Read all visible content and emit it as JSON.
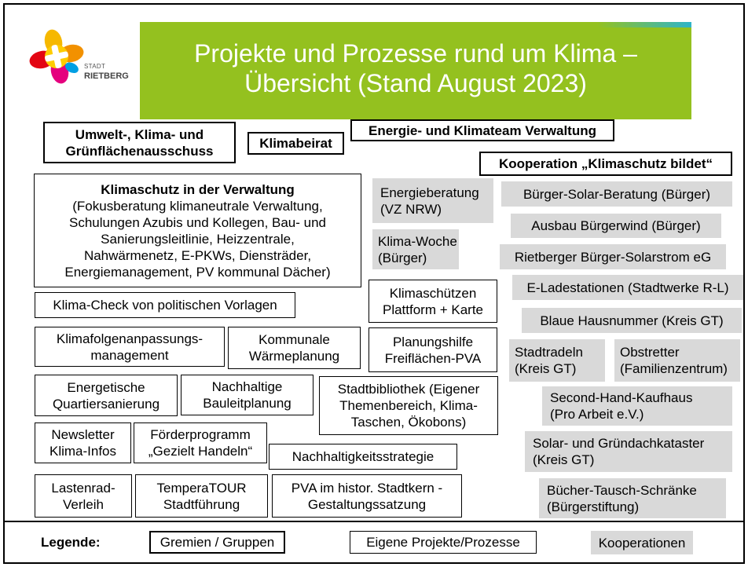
{
  "logo": {
    "line1": "STADT",
    "line2": "RIETBERG"
  },
  "title": {
    "line1": "Projekte und Prozesse rund um Klima –",
    "line2": "Übersicht (Stand August 2023)"
  },
  "colors": {
    "title_background": "#94c11f",
    "title_accent": "#2fb4c9",
    "cooperation_fill": "#d9d9d9"
  },
  "gremien": [
    {
      "lines": [
        "Umwelt-, Klima- und",
        "Grünflächenausschuss"
      ]
    },
    {
      "lines": [
        "Klimabeirat"
      ]
    },
    {
      "lines": [
        "Energie- und Klimateam Verwaltung"
      ]
    },
    {
      "lines": [
        "Kooperation „Klimaschutz bildet“"
      ]
    }
  ],
  "projects": [
    {
      "heading": "Klimaschutz in der Verwaltung",
      "lines": [
        "(Fokusberatung klimaneutrale Verwaltung,",
        "Schulungen Azubis und Kollegen, Bau- und",
        "Sanierungsleitlinie, Heizzentrale,",
        "Nahwärmenetz, E-PKWs, Diensträder,",
        "Energiemanagement, PV kommunal Dächer)"
      ]
    },
    {
      "lines": [
        "Klima-Check von politischen Vorlagen"
      ]
    },
    {
      "lines": [
        "Klimafolgenanpassungs-",
        "management"
      ]
    },
    {
      "lines": [
        "Kommunale",
        "Wärmeplanung"
      ]
    },
    {
      "lines": [
        "Energetische",
        "Quartiersanierung"
      ]
    },
    {
      "lines": [
        "Nachhaltige",
        "Bauleitplanung"
      ]
    },
    {
      "lines": [
        "Stadtbibliothek (Eigener",
        "Themenbereich, Klima-",
        "Taschen, Ökobons)"
      ]
    },
    {
      "lines": [
        "Klimaschützen",
        "Plattform + Karte"
      ]
    },
    {
      "lines": [
        "Planungshilfe",
        "Freiflächen-PVA"
      ]
    },
    {
      "lines": [
        "Newsletter",
        "Klima-Infos"
      ]
    },
    {
      "lines": [
        "Förderprogramm",
        "„Gezielt Handeln“"
      ]
    },
    {
      "lines": [
        "Nachhaltigkeitsstrategie"
      ]
    },
    {
      "lines": [
        "Lastenrad-",
        "Verleih"
      ]
    },
    {
      "lines": [
        "TemperaTOUR",
        "Stadtführung"
      ]
    },
    {
      "lines": [
        "PVA im histor. Stadtkern -",
        "Gestaltungssatzung"
      ]
    }
  ],
  "cooperations": [
    {
      "lines": [
        "Energieberatung",
        "(VZ NRW)"
      ]
    },
    {
      "lines": [
        "Klima-Woche",
        "(Bürger)"
      ]
    },
    {
      "lines": [
        "Bürger-Solar-Beratung (Bürger)"
      ]
    },
    {
      "lines": [
        "Ausbau Bürgerwind (Bürger)"
      ]
    },
    {
      "lines": [
        "Rietberger Bürger-Solarstrom eG"
      ]
    },
    {
      "lines": [
        "E-Ladestationen (Stadtwerke R-L)"
      ]
    },
    {
      "lines": [
        "Blaue Hausnummer (Kreis GT)"
      ]
    },
    {
      "lines": [
        "Stadtradeln",
        "(Kreis GT)"
      ]
    },
    {
      "lines": [
        "Obstretter",
        "(Familienzentrum)"
      ]
    },
    {
      "lines": [
        "Second-Hand-Kaufhaus",
        "(Pro Arbeit e.V.)"
      ]
    },
    {
      "lines": [
        "Solar- und Gründachkataster",
        "(Kreis GT)"
      ]
    },
    {
      "lines": [
        "Bücher-Tausch-Schränke",
        "(Bürgerstiftung)"
      ]
    }
  ],
  "legend": {
    "label": "Legende:",
    "gremien": "Gremien / Gruppen",
    "projects": "Eigene Projekte/Prozesse",
    "cooperations": "Kooperationen"
  }
}
